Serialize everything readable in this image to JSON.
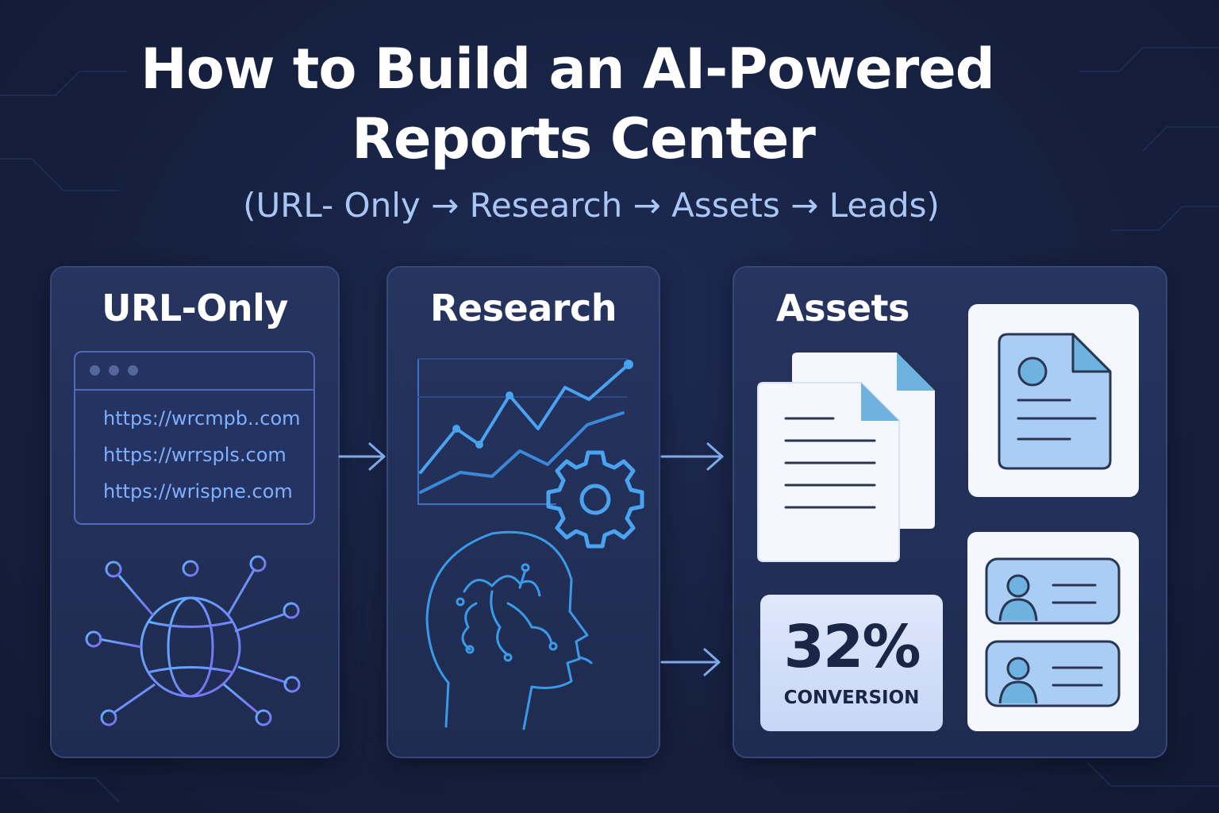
{
  "header": {
    "title_line1": "How to Build an AI-Powered",
    "title_line2": "Reports Center",
    "subtitle": "(URL- Only → Research → Assets → Leads)"
  },
  "stages": [
    {
      "title": "URL-Only"
    },
    {
      "title": "Research"
    },
    {
      "title": "Assets"
    }
  ],
  "urls": [
    "https://wrcmpb..com",
    "https://wrrspls.com",
    "https://wrispne.com"
  ],
  "stat": {
    "value": "32%",
    "label": "CONVERSION"
  },
  "colors": {
    "background": "#16203f",
    "panel": "#223059",
    "accent_blue": "#4aa3f0",
    "subtitle": "#a9c6f5",
    "card_light": "#f4f7fd"
  },
  "icons": [
    "globe-network-icon",
    "line-chart-icon",
    "gear-icon",
    "brain-head-icon",
    "documents-icon",
    "profile-document-icon",
    "contact-card-icon",
    "arrow-right-icon"
  ]
}
